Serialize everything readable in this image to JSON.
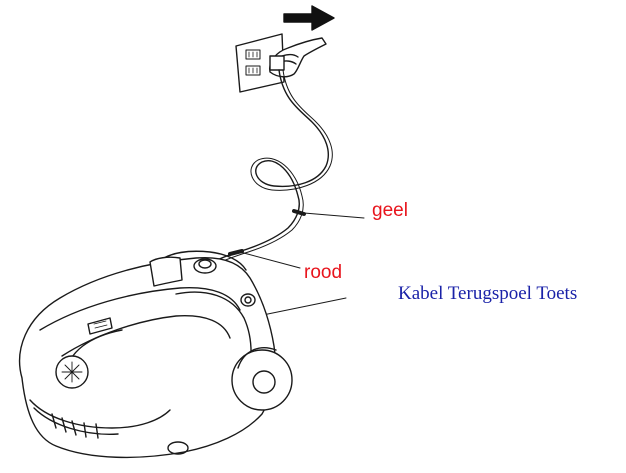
{
  "labels": {
    "geel": "geel",
    "rood": "rood",
    "cable_rewind": "Kabel Terugspoel Toets"
  },
  "colors": {
    "geel": "#e8141c",
    "rood": "#e8141c",
    "cable_rewind": "#1a22a8",
    "line_art": "#1a1a1a",
    "background": "#ffffff"
  },
  "icons": {
    "pull_direction": "arrow-right-icon",
    "outlet": "wall-socket-icon",
    "hand": "hand-icon",
    "appliance": "vacuum-cleaner-icon"
  }
}
